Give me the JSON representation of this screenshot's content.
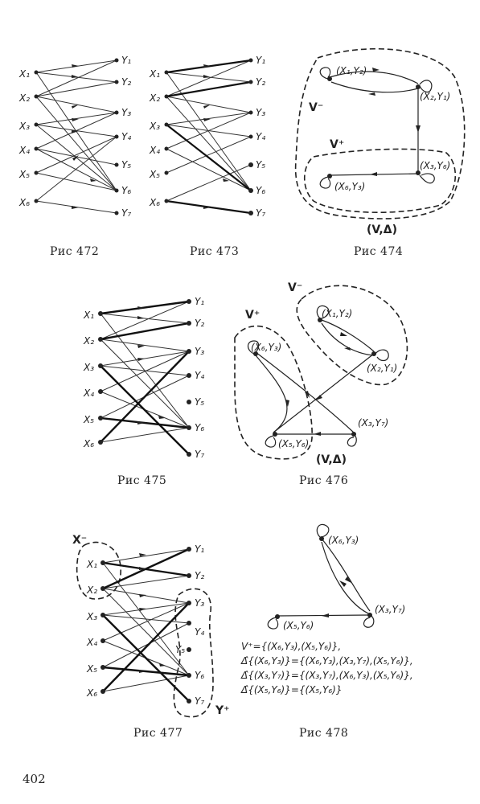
{
  "page_number": "402",
  "figures": [
    {
      "id": "fig472",
      "caption": "Рис 472",
      "left_labels": [
        "X₁",
        "X₂",
        "X₃",
        "X₄",
        "X₅",
        "X₆"
      ],
      "right_labels": [
        "Y₁",
        "Y₂",
        "Y₃",
        "Y₄",
        "Y₅",
        "Y₆",
        "Y₇"
      ]
    },
    {
      "id": "fig473",
      "caption": "Рис 473",
      "left_labels": [
        "X₁",
        "X₂",
        "X₃",
        "X₄",
        "X₅",
        "X₆"
      ],
      "right_labels": [
        "Y₁",
        "Y₂",
        "Y₃",
        "Y₄",
        "Y₅",
        "Y₆",
        "Y₇"
      ]
    },
    {
      "id": "fig474",
      "caption": "Рис 474",
      "nodes": [
        "(X₁,Y₂)",
        "(X₂,Y₁)",
        "(X₃,Y₆)",
        "(X₆,Y₃)"
      ],
      "regions": [
        "V⁻",
        "V⁺",
        "(V,Δ)"
      ]
    },
    {
      "id": "fig475",
      "caption": "Рис 475",
      "left_labels": [
        "X₁",
        "X₂",
        "X₃",
        "X₄",
        "X₅",
        "X₆"
      ],
      "right_labels": [
        "Y₁",
        "Y₂",
        "Y₃",
        "Y₄",
        "Y₅",
        "Y₆",
        "Y₇"
      ]
    },
    {
      "id": "fig476",
      "caption": "Рис 476",
      "nodes": [
        "(X₁,Y₂)",
        "(X₂,Y₁)",
        "(X₆,Y₃)",
        "(X₃,Y₇)",
        "(X₅,Y₆)"
      ],
      "regions": [
        "V⁻",
        "V⁺",
        "(V,Δ)"
      ]
    },
    {
      "id": "fig477",
      "caption": "Рис 477",
      "left_labels": [
        "X₁",
        "X₂",
        "X₃",
        "X₄",
        "X₅",
        "X₆"
      ],
      "right_labels": [
        "Y₁",
        "Y₂",
        "Y₃",
        "Y₄",
        "Y₅",
        "Y₆",
        "Y₇"
      ],
      "regions": [
        "X⁻",
        "Y⁺"
      ]
    },
    {
      "id": "fig478",
      "caption": "Рис 478",
      "nodes": [
        "(X₆,Y₃)",
        "(X₃,Y₇)",
        "(X₅,Y₆)"
      ],
      "formulas": [
        "V⁺={(X₆,Y₃),(X₅,Y₆)},",
        "Δ̂{(X₆,Y₃)}={(X₆,Y₃),(X₃,Y₇),(X₅,Y₆)},",
        "Δ̂{(X₃,Y₇)}={(X₃,Y₇),(X₆,Y₃),(X₅,Y₆)},",
        "Δ̂{(X₅,Y₆)}={(X₅,Y₆)}"
      ]
    }
  ]
}
